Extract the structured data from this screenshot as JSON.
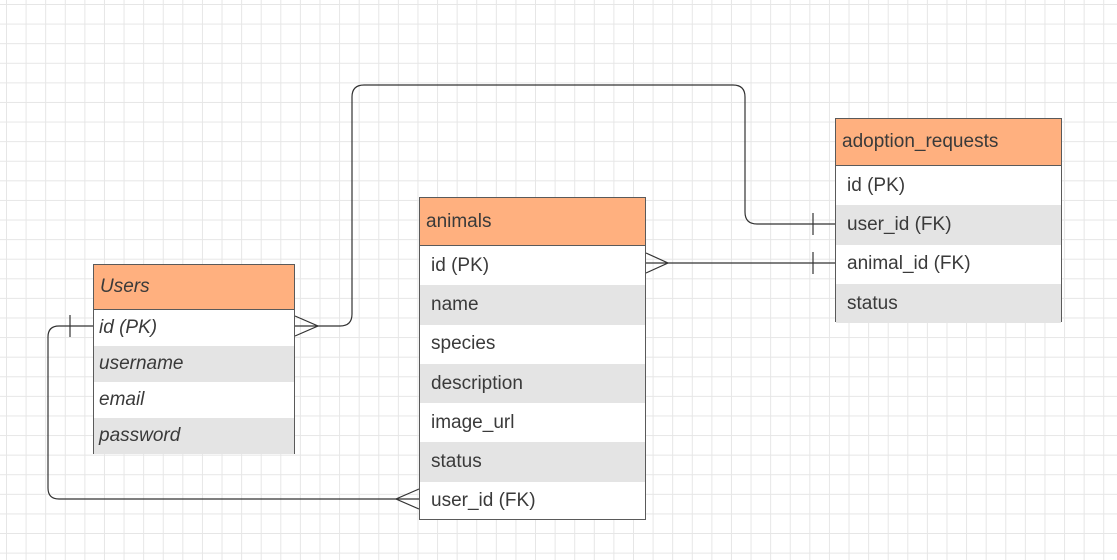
{
  "entities": {
    "users": {
      "name": "Users",
      "fields": [
        "id (PK)",
        "username",
        "email",
        "password"
      ]
    },
    "animals": {
      "name": "animals",
      "fields": [
        "id (PK)",
        "name",
        "species",
        "description",
        "image_url",
        "status",
        "user_id (FK)"
      ]
    },
    "adoption_requests": {
      "name": "adoption_requests",
      "fields": [
        "id (PK)",
        "user_id (FK)",
        "animal_id (FK)",
        "status"
      ]
    }
  },
  "relationships": [
    {
      "from": "adoption_requests.user_id (FK)",
      "to": "Users.id (PK)",
      "from_end": "one",
      "to_end": "many"
    },
    {
      "from": "adoption_requests.animal_id (FK)",
      "to": "animals.id (PK)",
      "from_end": "one",
      "to_end": "many"
    },
    {
      "from": "Users.id (PK)",
      "to": "animals.user_id (FK)",
      "from_end": "one",
      "to_end": "many"
    }
  ],
  "colors": {
    "header_fill": "#ffb07f",
    "alt_row_fill": "#e4e4e4",
    "border": "#5a5a5a",
    "text": "#3a3a3a",
    "connector": "#333333"
  }
}
